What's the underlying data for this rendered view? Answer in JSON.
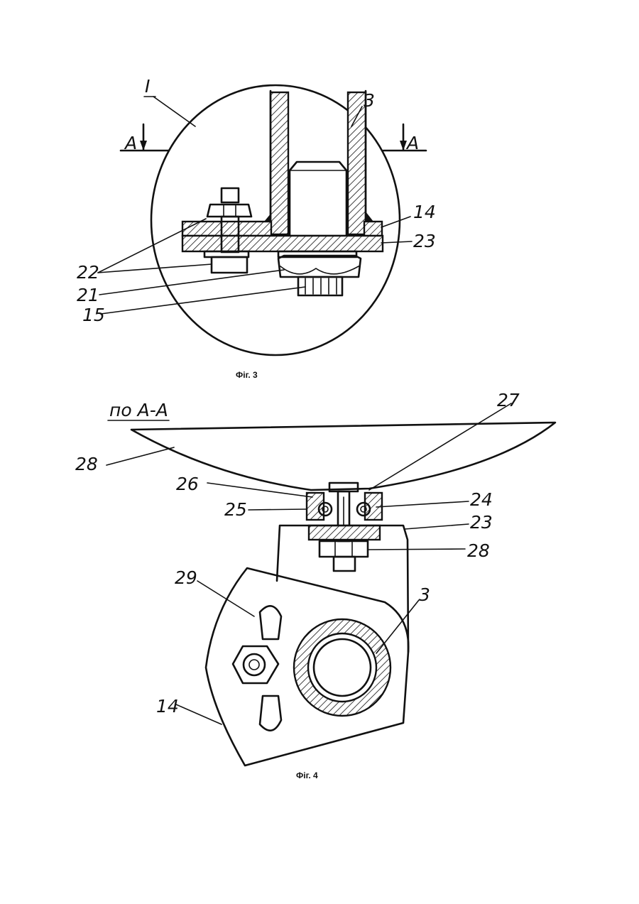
{
  "fig3": {
    "caption": "Фіг. 3",
    "detail_mark": "I",
    "section_mark_left": "A",
    "section_mark_right": "A",
    "labels": {
      "part_3": "3",
      "part_14": "14",
      "part_23": "23",
      "part_22": "22",
      "part_21": "21",
      "part_15": "15"
    }
  },
  "fig4": {
    "caption": "Фіг. 4",
    "section_title": "по А-А",
    "labels": {
      "part_27": "27",
      "part_28_top": "28",
      "part_26": "26",
      "part_25": "25",
      "part_24": "24",
      "part_23": "23",
      "part_28_bottom": "28",
      "part_29": "29",
      "part_3": "3",
      "part_14": "14"
    }
  }
}
